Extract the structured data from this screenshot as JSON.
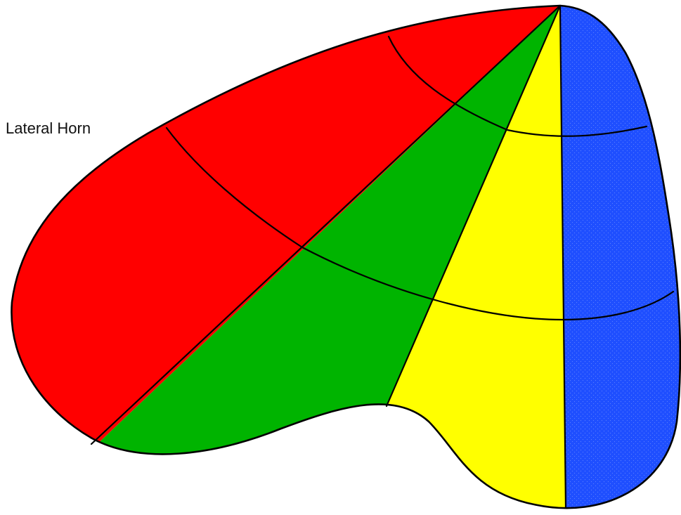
{
  "diagram": {
    "label": "Lateral Horn",
    "colors": {
      "outline": "#000000",
      "background": "#ffffff"
    },
    "regions": [
      {
        "name": "red",
        "color": "#ff0000"
      },
      {
        "name": "green",
        "color": "#00b400"
      },
      {
        "name": "yellow",
        "color": "#ffff00"
      },
      {
        "name": "blue",
        "color": "#1f4fff"
      }
    ]
  }
}
